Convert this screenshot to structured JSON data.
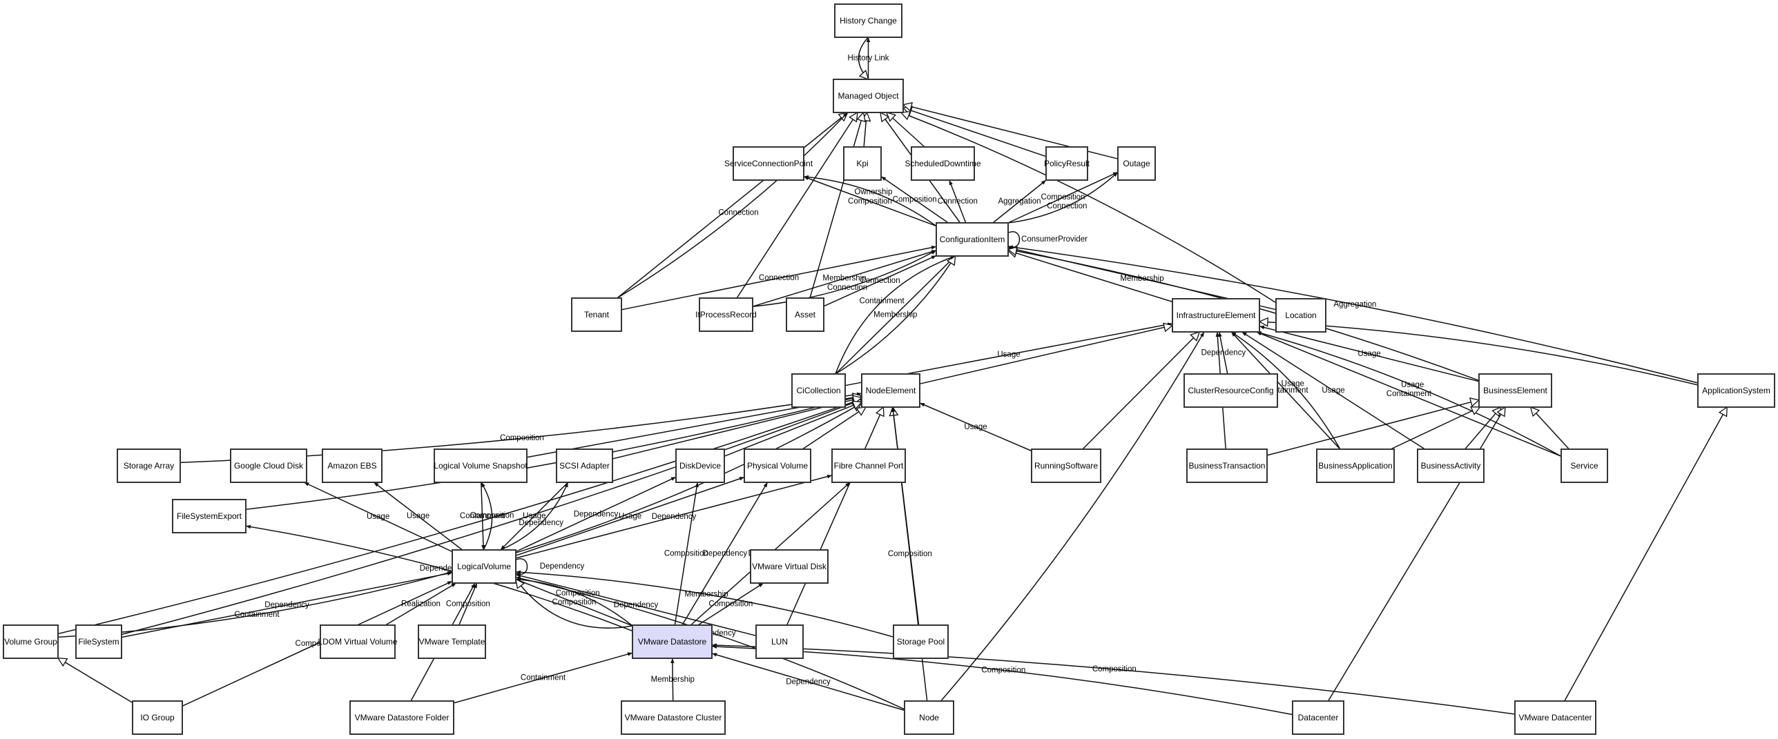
{
  "diagram": {
    "title": "CI Class Relationship Diagram",
    "highlight_color": "#dcdcfa",
    "nodes": [
      {
        "id": "HistoryChange",
        "label": "History Change"
      },
      {
        "id": "ManagedObject",
        "label": "Managed Object"
      },
      {
        "id": "ServiceConnectionPoint",
        "label": "ServiceConnectionPoint"
      },
      {
        "id": "Kpi",
        "label": "Kpi"
      },
      {
        "id": "ScheduledDowntime",
        "label": "ScheduledDowntime"
      },
      {
        "id": "PolicyResult",
        "label": "PolicyResult"
      },
      {
        "id": "Outage",
        "label": "Outage"
      },
      {
        "id": "ConfigurationItem",
        "label": "ConfigurationItem"
      },
      {
        "id": "Tenant",
        "label": "Tenant"
      },
      {
        "id": "ItProcessRecord",
        "label": "ItProcessRecord"
      },
      {
        "id": "Asset",
        "label": "Asset"
      },
      {
        "id": "InfrastructureElement",
        "label": "InfrastructureElement"
      },
      {
        "id": "Location",
        "label": "Location"
      },
      {
        "id": "CiCollection",
        "label": "CiCollection"
      },
      {
        "id": "NodeElement",
        "label": "NodeElement"
      },
      {
        "id": "ClusterResourceConfig",
        "label": "ClusterResourceConfig"
      },
      {
        "id": "BusinessElement",
        "label": "BusinessElement"
      },
      {
        "id": "ApplicationSystem",
        "label": "ApplicationSystem"
      },
      {
        "id": "StorageArray",
        "label": "Storage Array"
      },
      {
        "id": "GoogleCloudDisk",
        "label": "Google Cloud Disk"
      },
      {
        "id": "AmazonEBS",
        "label": "Amazon EBS"
      },
      {
        "id": "LogicalVolumeSnapshot",
        "label": "Logical Volume Snapshot"
      },
      {
        "id": "SCSIAdapter",
        "label": "SCSI Adapter"
      },
      {
        "id": "DiskDevice",
        "label": "DiskDevice"
      },
      {
        "id": "PhysicalVolume",
        "label": "Physical Volume"
      },
      {
        "id": "FibreChannelPort",
        "label": "Fibre Channel Port"
      },
      {
        "id": "RunningSoftware",
        "label": "RunningSoftware"
      },
      {
        "id": "BusinessTransaction",
        "label": "BusinessTransaction"
      },
      {
        "id": "BusinessApplication",
        "label": "BusinessApplication"
      },
      {
        "id": "BusinessActivity",
        "label": "BusinessActivity"
      },
      {
        "id": "Service",
        "label": "Service"
      },
      {
        "id": "FileSystemExport",
        "label": "FileSystemExport"
      },
      {
        "id": "LogicalVolume",
        "label": "LogicalVolume"
      },
      {
        "id": "VMwareVirtualDisk",
        "label": "VMware Virtual Disk"
      },
      {
        "id": "VolumeGroup",
        "label": "Volume Group"
      },
      {
        "id": "FileSystem",
        "label": "FileSystem"
      },
      {
        "id": "LDOMVirtualVolume",
        "label": "LDOM Virtual Volume"
      },
      {
        "id": "VMwareTemplate",
        "label": "VMware Template"
      },
      {
        "id": "VMwareDatastore",
        "label": "VMware Datastore",
        "highlighted": true
      },
      {
        "id": "LUN",
        "label": "LUN"
      },
      {
        "id": "StoragePool",
        "label": "Storage Pool"
      },
      {
        "id": "IOGroup",
        "label": "IO Group"
      },
      {
        "id": "VMwareDatastoreFolder",
        "label": "VMware Datastore Folder"
      },
      {
        "id": "VMwareDatastoreCluster",
        "label": "VMware Datastore Cluster"
      },
      {
        "id": "Node",
        "label": "Node"
      },
      {
        "id": "Datacenter",
        "label": "Datacenter"
      },
      {
        "id": "VMwareDatacenter",
        "label": "VMware Datacenter"
      }
    ],
    "edges": [
      {
        "from": "ManagedObject",
        "to": "HistoryChange",
        "label": "History Link",
        "arrow": "filled"
      },
      {
        "from": "HistoryChange",
        "to": "ManagedObject",
        "label": "",
        "arrow": "hollow"
      },
      {
        "from": "Kpi",
        "to": "ManagedObject",
        "label": "",
        "arrow": "hollow"
      },
      {
        "from": "ScheduledDowntime",
        "to": "ManagedObject",
        "label": "",
        "arrow": "hollow"
      },
      {
        "from": "PolicyResult",
        "to": "ManagedObject",
        "label": "",
        "arrow": "hollow"
      },
      {
        "from": "Outage",
        "to": "ManagedObject",
        "label": "",
        "arrow": "hollow"
      },
      {
        "from": "ConfigurationItem",
        "to": "ManagedObject",
        "label": "",
        "arrow": "hollow"
      },
      {
        "from": "Tenant",
        "to": "ManagedObject",
        "label": "",
        "arrow": "hollow"
      },
      {
        "from": "Tenant",
        "to": "ManagedObject",
        "label": "Connection",
        "arrow": "filled"
      },
      {
        "from": "ItProcessRecord",
        "to": "ManagedObject",
        "label": "",
        "arrow": "hollow"
      },
      {
        "from": "Asset",
        "to": "ManagedObject",
        "label": "",
        "arrow": "hollow"
      },
      {
        "from": "Location",
        "to": "ManagedObject",
        "label": "",
        "arrow": "hollow"
      },
      {
        "from": "ConfigurationItem",
        "to": "ServiceConnectionPoint",
        "label": "Composition",
        "arrow": "filled"
      },
      {
        "from": "ConfigurationItem",
        "to": "ServiceConnectionPoint",
        "label": "Ownership",
        "arrow": "filled"
      },
      {
        "from": "ConfigurationItem",
        "to": "Kpi",
        "label": "Composition",
        "arrow": "filled"
      },
      {
        "from": "ConfigurationItem",
        "to": "ScheduledDowntime",
        "label": "Connection",
        "arrow": "filled"
      },
      {
        "from": "ConfigurationItem",
        "to": "PolicyResult",
        "label": "Aggregation",
        "arrow": "filled"
      },
      {
        "from": "ConfigurationItem",
        "to": "Outage",
        "label": "Composition",
        "arrow": "filled"
      },
      {
        "from": "ConfigurationItem",
        "to": "Outage",
        "label": "Connection",
        "arrow": "filled"
      },
      {
        "from": "ConfigurationItem",
        "to": "ConfigurationItem",
        "label": "ConsumerProvider",
        "arrow": "filled"
      },
      {
        "from": "Tenant",
        "to": "ConfigurationItem",
        "label": "Connection",
        "arrow": "filled"
      },
      {
        "from": "ItProcessRecord",
        "to": "ConfigurationItem",
        "label": "Membership",
        "arrow": "filled"
      },
      {
        "from": "ItProcessRecord",
        "to": "ConfigurationItem",
        "label": "Connection",
        "arrow": "filled"
      },
      {
        "from": "Asset",
        "to": "ConfigurationItem",
        "label": "Connection",
        "arrow": "filled"
      },
      {
        "from": "CiCollection",
        "to": "ConfigurationItem",
        "label": "Membership",
        "arrow": "filled"
      },
      {
        "from": "CiCollection",
        "to": "ConfigurationItem",
        "label": "",
        "arrow": "hollow"
      },
      {
        "from": "CiCollection",
        "to": "ConfigurationItem",
        "label": "Containment",
        "arrow": "filled"
      },
      {
        "from": "InfrastructureElement",
        "to": "ConfigurationItem",
        "label": "",
        "arrow": "hollow"
      },
      {
        "from": "Location",
        "to": "ConfigurationItem",
        "label": "Membership",
        "arrow": "filled"
      },
      {
        "from": "BusinessElement",
        "to": "ConfigurationItem",
        "label": "",
        "arrow": "hollow"
      },
      {
        "from": "ApplicationSystem",
        "to": "ConfigurationItem",
        "label": "Aggregation",
        "arrow": "filled"
      },
      {
        "from": "CiCollection",
        "to": "InfrastructureElement",
        "label": "Usage",
        "arrow": "filled"
      },
      {
        "from": "NodeElement",
        "to": "InfrastructureElement",
        "label": "",
        "arrow": "hollow"
      },
      {
        "from": "ClusterResourceConfig",
        "to": "InfrastructureElement",
        "label": "Dependency",
        "arrow": "filled"
      },
      {
        "from": "RunningSoftware",
        "to": "InfrastructureElement",
        "label": "",
        "arrow": "hollow"
      },
      {
        "from": "BusinessTransaction",
        "to": "InfrastructureElement",
        "label": "Usage",
        "arrow": "filled"
      },
      {
        "from": "BusinessApplication",
        "to": "InfrastructureElement",
        "label": "Containment",
        "arrow": "filled"
      },
      {
        "from": "BusinessApplication",
        "to": "InfrastructureElement",
        "label": "Usage",
        "arrow": "filled"
      },
      {
        "from": "BusinessActivity",
        "to": "InfrastructureElement",
        "label": "Usage",
        "arrow": "filled"
      },
      {
        "from": "BusinessElement",
        "to": "InfrastructureElement",
        "label": "Usage",
        "arrow": "filled"
      },
      {
        "from": "Service",
        "to": "InfrastructureElement",
        "label": "Containment",
        "arrow": "filled"
      },
      {
        "from": "Service",
        "to": "InfrastructureElement",
        "label": "Usage",
        "arrow": "filled"
      },
      {
        "from": "ApplicationSystem",
        "to": "InfrastructureElement",
        "label": "",
        "arrow": "hollow"
      },
      {
        "from": "Node",
        "to": "InfrastructureElement",
        "label": "",
        "arrow": "filled"
      },
      {
        "from": "StorageArray",
        "to": "NodeElement",
        "label": "Composition",
        "arrow": "filled"
      },
      {
        "from": "VolumeGroup",
        "to": "NodeElement",
        "label": "",
        "arrow": "hollow"
      },
      {
        "from": "FileSystem",
        "to": "NodeElement",
        "label": "",
        "arrow": "hollow"
      },
      {
        "from": "FileSystemExport",
        "to": "NodeElement",
        "label": "",
        "arrow": "hollow"
      },
      {
        "from": "LogicalVolume",
        "to": "NodeElement",
        "label": "",
        "arrow": "hollow"
      },
      {
        "from": "LogicalVolumeSnapshot",
        "to": "NodeElement",
        "label": "",
        "arrow": "hollow"
      },
      {
        "from": "SCSIAdapter",
        "to": "NodeElement",
        "label": "",
        "arrow": "hollow"
      },
      {
        "from": "DiskDevice",
        "to": "NodeElement",
        "label": "",
        "arrow": "hollow"
      },
      {
        "from": "PhysicalVolume",
        "to": "NodeElement",
        "label": "",
        "arrow": "hollow"
      },
      {
        "from": "LUN",
        "to": "NodeElement",
        "label": "",
        "arrow": "hollow"
      },
      {
        "from": "StoragePool",
        "to": "NodeElement",
        "label": "",
        "arrow": "hollow"
      },
      {
        "from": "Node",
        "to": "NodeElement",
        "label": "Composition",
        "arrow": "filled"
      },
      {
        "from": "RunningSoftware",
        "to": "NodeElement",
        "label": "Usage",
        "arrow": "filled"
      },
      {
        "from": "BusinessTransaction",
        "to": "BusinessElement",
        "label": "",
        "arrow": "hollow"
      },
      {
        "from": "BusinessApplication",
        "to": "BusinessElement",
        "label": "",
        "arrow": "hollow"
      },
      {
        "from": "BusinessActivity",
        "to": "BusinessElement",
        "label": "",
        "arrow": "hollow"
      },
      {
        "from": "Service",
        "to": "BusinessElement",
        "label": "",
        "arrow": "hollow"
      },
      {
        "from": "Datacenter",
        "to": "BusinessElement",
        "label": "",
        "arrow": "hollow"
      },
      {
        "from": "VMwareDatacenter",
        "to": "ApplicationSystem",
        "label": "",
        "arrow": "hollow"
      },
      {
        "from": "LogicalVolume",
        "to": "GoogleCloudDisk",
        "label": "Usage",
        "arrow": "filled"
      },
      {
        "from": "LogicalVolume",
        "to": "AmazonEBS",
        "label": "Usage",
        "arrow": "filled"
      },
      {
        "from": "LogicalVolumeSnapshot",
        "to": "LogicalVolume",
        "label": "Containment",
        "arrow": "filled"
      },
      {
        "from": "LogicalVolume",
        "to": "LogicalVolumeSnapshot",
        "label": "Composition",
        "arrow": "filled"
      },
      {
        "from": "SCSIAdapter",
        "to": "LogicalVolume",
        "label": "Usage",
        "arrow": "filled"
      },
      {
        "from": "LogicalVolume",
        "to": "SCSIAdapter",
        "label": "Dependency",
        "arrow": "filled"
      },
      {
        "from": "LogicalVolume",
        "to": "DiskDevice",
        "label": "Dependency",
        "arrow": "filled"
      },
      {
        "from": "LogicalVolume",
        "to": "PhysicalVolume",
        "label": "Usage",
        "arrow": "filled"
      },
      {
        "from": "LogicalVolume",
        "to": "FibreChannelPort",
        "label": "Dependency",
        "arrow": "filled"
      },
      {
        "from": "LogicalVolume",
        "to": "LogicalVolume",
        "label": "Dependency",
        "arrow": "filled"
      },
      {
        "from": "VolumeGroup",
        "to": "LogicalVolume",
        "label": "Containment",
        "arrow": "filled"
      },
      {
        "from": "FileSystem",
        "to": "LogicalVolume",
        "label": "Dependency",
        "arrow": "filled"
      },
      {
        "from": "IOGroup",
        "to": "LogicalVolume",
        "label": "Composition",
        "arrow": "filled"
      },
      {
        "from": "VMwareDatastoreFolder",
        "to": "LogicalVolume",
        "label": "Dependency",
        "arrow": "filled"
      },
      {
        "from": "LDOMVirtualVolume",
        "to": "LogicalVolume",
        "label": "Realization",
        "arrow": "filled"
      },
      {
        "from": "VMwareTemplate",
        "to": "LogicalVolume",
        "label": "Composition",
        "arrow": "filled"
      },
      {
        "from": "VMwareDatastore",
        "to": "FileSystemExport",
        "label": "Dependency",
        "arrow": "filled"
      },
      {
        "from": "VMwareDatastore",
        "to": "LogicalVolume",
        "label": "Composition",
        "arrow": "filled"
      },
      {
        "from": "VMwareDatastore",
        "to": "LogicalVolume",
        "label": "Composition",
        "arrow": "filled"
      },
      {
        "from": "VMwareDatastore",
        "to": "LogicalVolume",
        "label": "",
        "arrow": "hollow"
      },
      {
        "from": "LUN",
        "to": "LogicalVolume",
        "label": "Dependency",
        "arrow": "filled"
      },
      {
        "from": "StoragePool",
        "to": "LogicalVolume",
        "label": "Membership",
        "arrow": "filled"
      },
      {
        "from": "Node",
        "to": "LogicalVolume",
        "label": "Dependency",
        "arrow": "filled"
      },
      {
        "from": "VMwareDatastore",
        "to": "DiskDevice",
        "label": "Composition",
        "arrow": "filled"
      },
      {
        "from": "VMwareDatastore",
        "to": "PhysicalVolume",
        "label": "Dependency",
        "arrow": "filled"
      },
      {
        "from": "VMwareDatastore",
        "to": "VMwareVirtualDisk",
        "label": "Composition",
        "arrow": "filled"
      },
      {
        "from": "VMwareDatastore",
        "to": "FibreChannelPort",
        "label": "Dependency",
        "arrow": "filled"
      },
      {
        "from": "IOGroup",
        "to": "VolumeGroup",
        "label": "",
        "arrow": "hollow"
      },
      {
        "from": "VMwareDatastoreFolder",
        "to": "VMwareDatastore",
        "label": "Containment",
        "arrow": "filled"
      },
      {
        "from": "VMwareDatastoreCluster",
        "to": "VMwareDatastore",
        "label": "Membership",
        "arrow": "filled"
      },
      {
        "from": "Node",
        "to": "VMwareDatastore",
        "label": "Dependency",
        "arrow": "filled"
      },
      {
        "from": "Datacenter",
        "to": "VMwareDatastore",
        "label": "Composition",
        "arrow": "filled"
      },
      {
        "from": "VMwareDatacenter",
        "to": "VMwareDatastore",
        "label": "Composition",
        "arrow": "filled"
      }
    ]
  }
}
